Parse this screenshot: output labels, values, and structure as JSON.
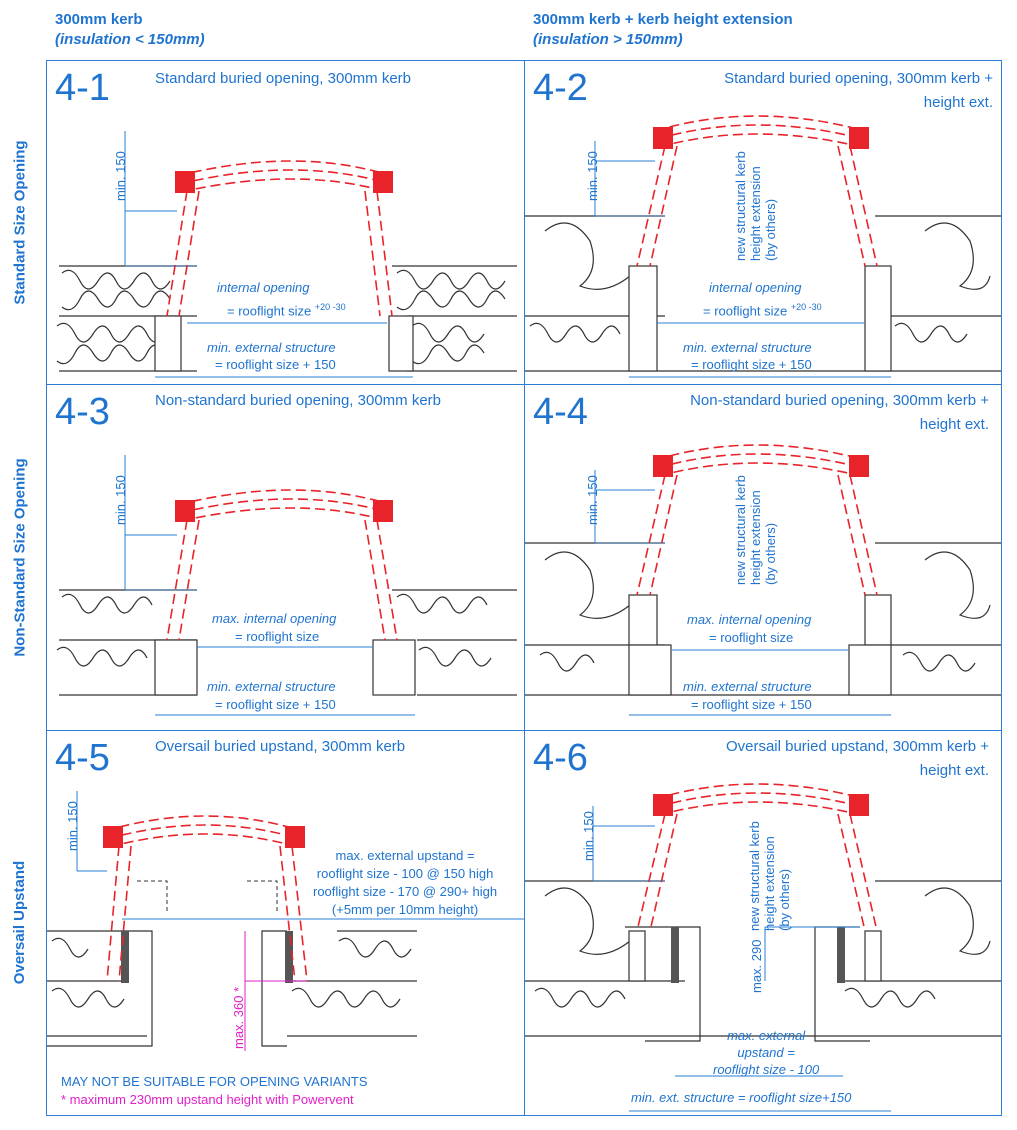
{
  "columns": [
    {
      "title": "300mm kerb",
      "subtitle": "(insulation < 150mm)"
    },
    {
      "title": "300mm kerb + kerb height extension",
      "subtitle": "(insulation > 150mm)"
    }
  ],
  "rows": [
    "Standard Size Opening",
    "Non-Standard Size Opening",
    "Oversail Upstand"
  ],
  "panels": {
    "p41": {
      "num": "4-1",
      "title": "Standard buried opening, 300mm kerb",
      "min150": "min. 150",
      "internal_1": "internal opening",
      "internal_2": "= rooflight size",
      "tol": "+20 -30",
      "ext_1": "min. external structure",
      "ext_2": "= rooflight size + 150"
    },
    "p42": {
      "num": "4-2",
      "title_1": "Standard buried opening, 300mm kerb +",
      "title_2": "height ext.",
      "min150": "min. 150",
      "kerb_ext_1": "new structural kerb",
      "kerb_ext_2": "height extension",
      "kerb_ext_3": "(by others)",
      "internal_1": "internal opening",
      "internal_2": "= rooflight size",
      "tol": "+20 -30",
      "ext_1": "min. external structure",
      "ext_2": "= rooflight size + 150"
    },
    "p43": {
      "num": "4-3",
      "title": "Non-standard buried opening, 300mm kerb",
      "min150": "min. 150",
      "internal_1": "max. internal opening",
      "internal_2": "= rooflight size",
      "ext_1": "min. external structure",
      "ext_2": "= rooflight size + 150"
    },
    "p44": {
      "num": "4-4",
      "title_1": "Non-standard buried opening, 300mm kerb +",
      "title_2": "height ext.",
      "min150": "min. 150",
      "kerb_ext_1": "new structural kerb",
      "kerb_ext_2": "height extension",
      "kerb_ext_3": "(by others)",
      "internal_1": "max. internal opening",
      "internal_2": "= rooflight size",
      "ext_1": "min. external structure",
      "ext_2": "= rooflight size + 150"
    },
    "p45": {
      "num": "4-5",
      "title": "Oversail buried upstand, 300mm kerb",
      "min150": "min. 150",
      "up_1": "max. external upstand =",
      "up_2": "rooflight size - 100 @ 150 high",
      "up_3": "rooflight size - 170 @ 290+ high",
      "up_4": "(+5mm per 10mm height)",
      "max360": "max. 360 *",
      "note_1": "MAY NOT BE SUITABLE FOR OPENING VARIANTS",
      "note_2": "* maximum 230mm upstand height with Powervent"
    },
    "p46": {
      "num": "4-6",
      "title_1": "Oversail buried upstand, 300mm kerb +",
      "title_2": "height ext.",
      "min150": "min. 150",
      "kerb_ext_1": "new structural kerb",
      "kerb_ext_2": "height extension",
      "kerb_ext_3": "(by others)",
      "max290": "max. 290",
      "up_1": "max. external",
      "up_2": "upstand =",
      "up_3": "rooflight size - 100",
      "ext_1": "min. ext. structure = rooflight size+150"
    }
  },
  "colors": {
    "blue": "#1f74d0",
    "red": "#e8232a",
    "magenta": "#e020c8",
    "line": "#333333"
  }
}
